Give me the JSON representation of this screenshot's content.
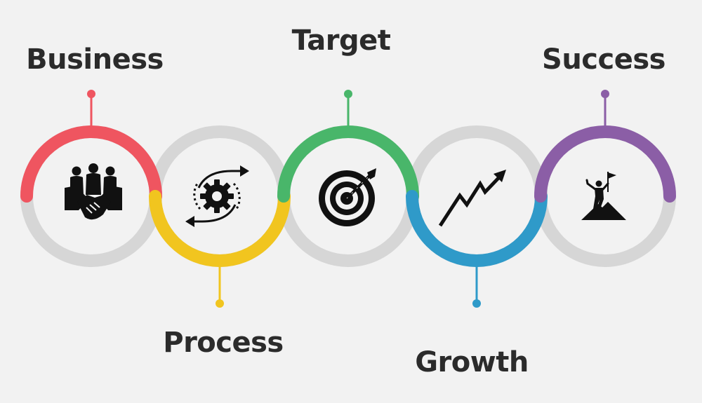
{
  "diagram": {
    "background": "#f2f2f2",
    "ring_color": "#d6d6d6",
    "steps": [
      {
        "label": "Business",
        "color": "#ef5560",
        "icon": "handshake-team-icon",
        "position": "top"
      },
      {
        "label": "Process",
        "color": "#f1c51f",
        "icon": "gear-cycle-arrows-icon",
        "position": "bottom"
      },
      {
        "label": "Target",
        "color": "#49b66a",
        "icon": "target-dart-icon",
        "position": "top"
      },
      {
        "label": "Growth",
        "color": "#2f9ac9",
        "icon": "growth-arrow-icon",
        "position": "bottom"
      },
      {
        "label": "Success",
        "color": "#8b5ea6",
        "icon": "summit-flag-icon",
        "position": "top"
      }
    ]
  }
}
